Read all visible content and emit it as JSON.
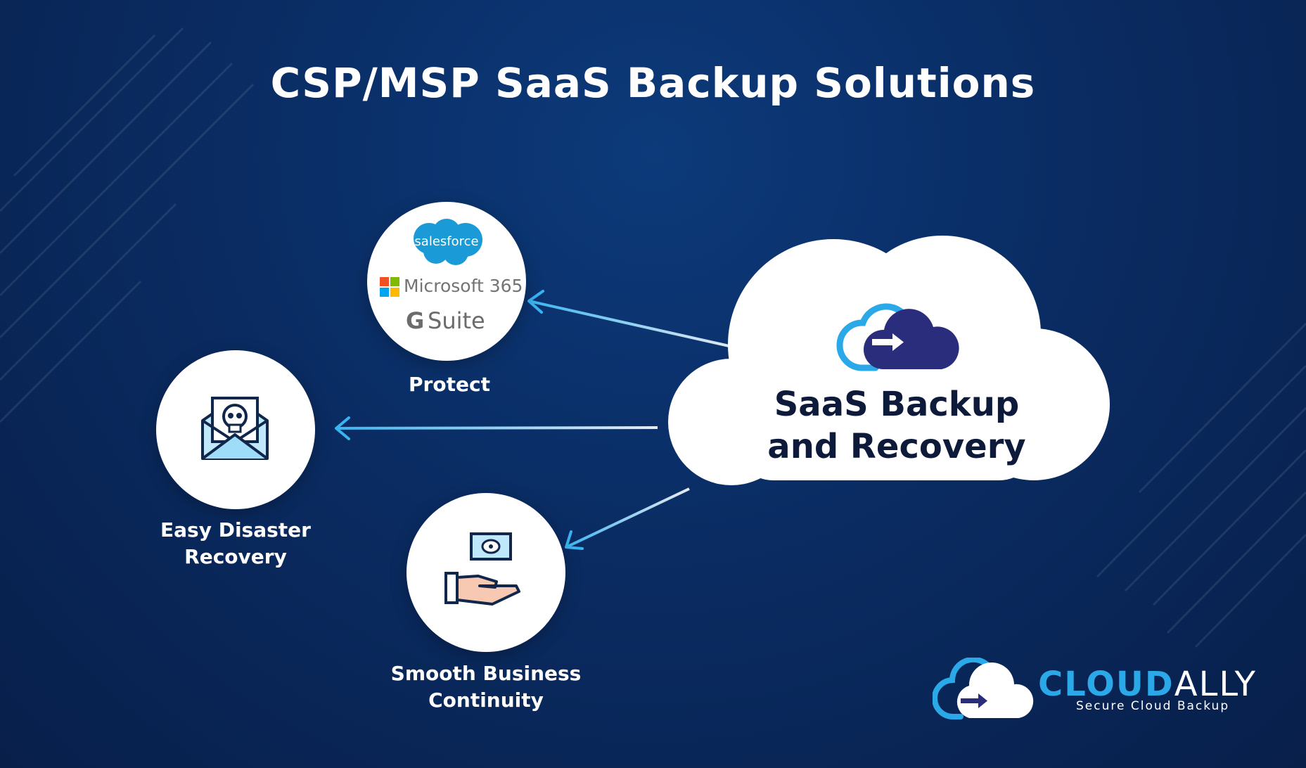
{
  "title": "CSP/MSP SaaS Backup Solutions",
  "hub": {
    "line1": "SaaS Backup",
    "line2": "and Recovery",
    "icon": "cloud-backup-icon"
  },
  "nodes": {
    "protect": {
      "label": "Protect",
      "apps": {
        "salesforce": "salesforce",
        "microsoft": "Microsoft 365",
        "gsuite_g": "G",
        "gsuite": "Suite"
      }
    },
    "disaster": {
      "label_line1": "Easy Disaster",
      "label_line2": "Recovery",
      "icon": "envelope-skull-icon"
    },
    "continuity": {
      "label_line1": "Smooth Business",
      "label_line2": "Continuity",
      "icon": "hand-money-icon"
    }
  },
  "logo": {
    "name_part1": "CLOUD",
    "name_part2": "ALLY",
    "tagline": "Secure Cloud Backup",
    "icon": "cloud-logo-icon"
  },
  "colors": {
    "background": "#0a2c63",
    "accent": "#2aa8e8",
    "navy": "#1f2a6b",
    "white": "#ffffff"
  }
}
